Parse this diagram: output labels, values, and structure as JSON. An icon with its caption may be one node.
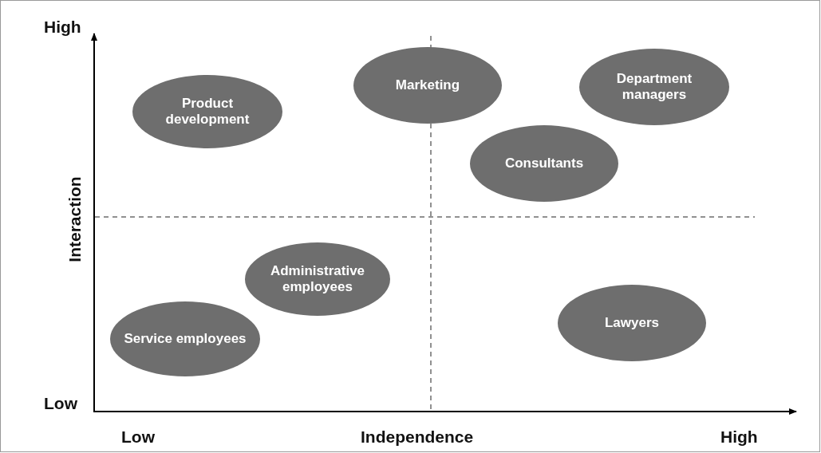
{
  "diagram": {
    "nodes": [
      {
        "text": [
          "Marketing"
        ]
      },
      {
        "text": [
          "Department managers"
        ]
      },
      {
        "text": [
          "Product development"
        ]
      },
      {
        "text": [
          "Consultants"
        ]
      },
      {
        "text": [
          "Administrative employees"
        ]
      },
      {
        "text": [
          "Lawyers"
        ]
      },
      {
        "text": [
          "Service employees"
        ]
      }
    ],
    "labels": [
      "High",
      "Interaction",
      "Low",
      "Low",
      "Independence",
      "High"
    ]
  }
}
